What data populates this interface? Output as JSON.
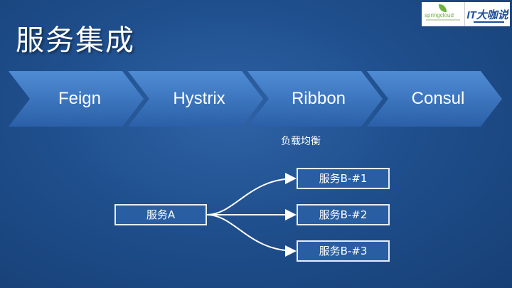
{
  "slide": {
    "title": "服务集成",
    "steps": [
      "Feign",
      "Hystrix",
      "Ribbon",
      "Consul"
    ],
    "ribbon_note": "负载均衡",
    "client": "服务A",
    "instances": [
      "服务B-#1",
      "服务B-#2",
      "服务B-#3"
    ]
  },
  "logos": {
    "springcloud": "springcloud",
    "it": "IT大咖说"
  },
  "colors": {
    "background": "#1f4f8d",
    "chevron_top": "#4a86cf",
    "chevron_bottom": "#2d63ab",
    "box_border": "#e6edf6"
  }
}
